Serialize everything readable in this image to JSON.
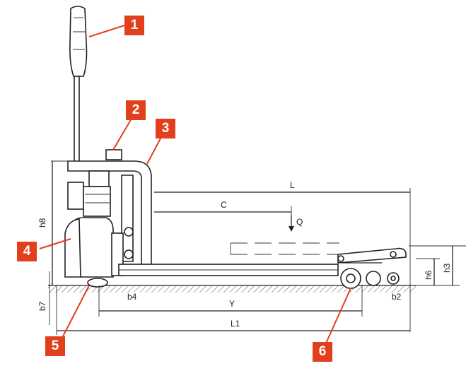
{
  "callouts": [
    {
      "number": "1"
    },
    {
      "number": "2"
    },
    {
      "number": "3"
    },
    {
      "number": "4"
    },
    {
      "number": "5"
    },
    {
      "number": "6"
    }
  ],
  "dimensions": {
    "L": "L",
    "C": "C",
    "Q": "Q",
    "h8": "h8",
    "b4": "b4",
    "Y": "Y",
    "L1": "L1",
    "b7": "b7",
    "b2": "b2",
    "h6": "h6",
    "h3": "h3"
  },
  "colors": {
    "callout": "#e2401c",
    "line": "#222222"
  }
}
